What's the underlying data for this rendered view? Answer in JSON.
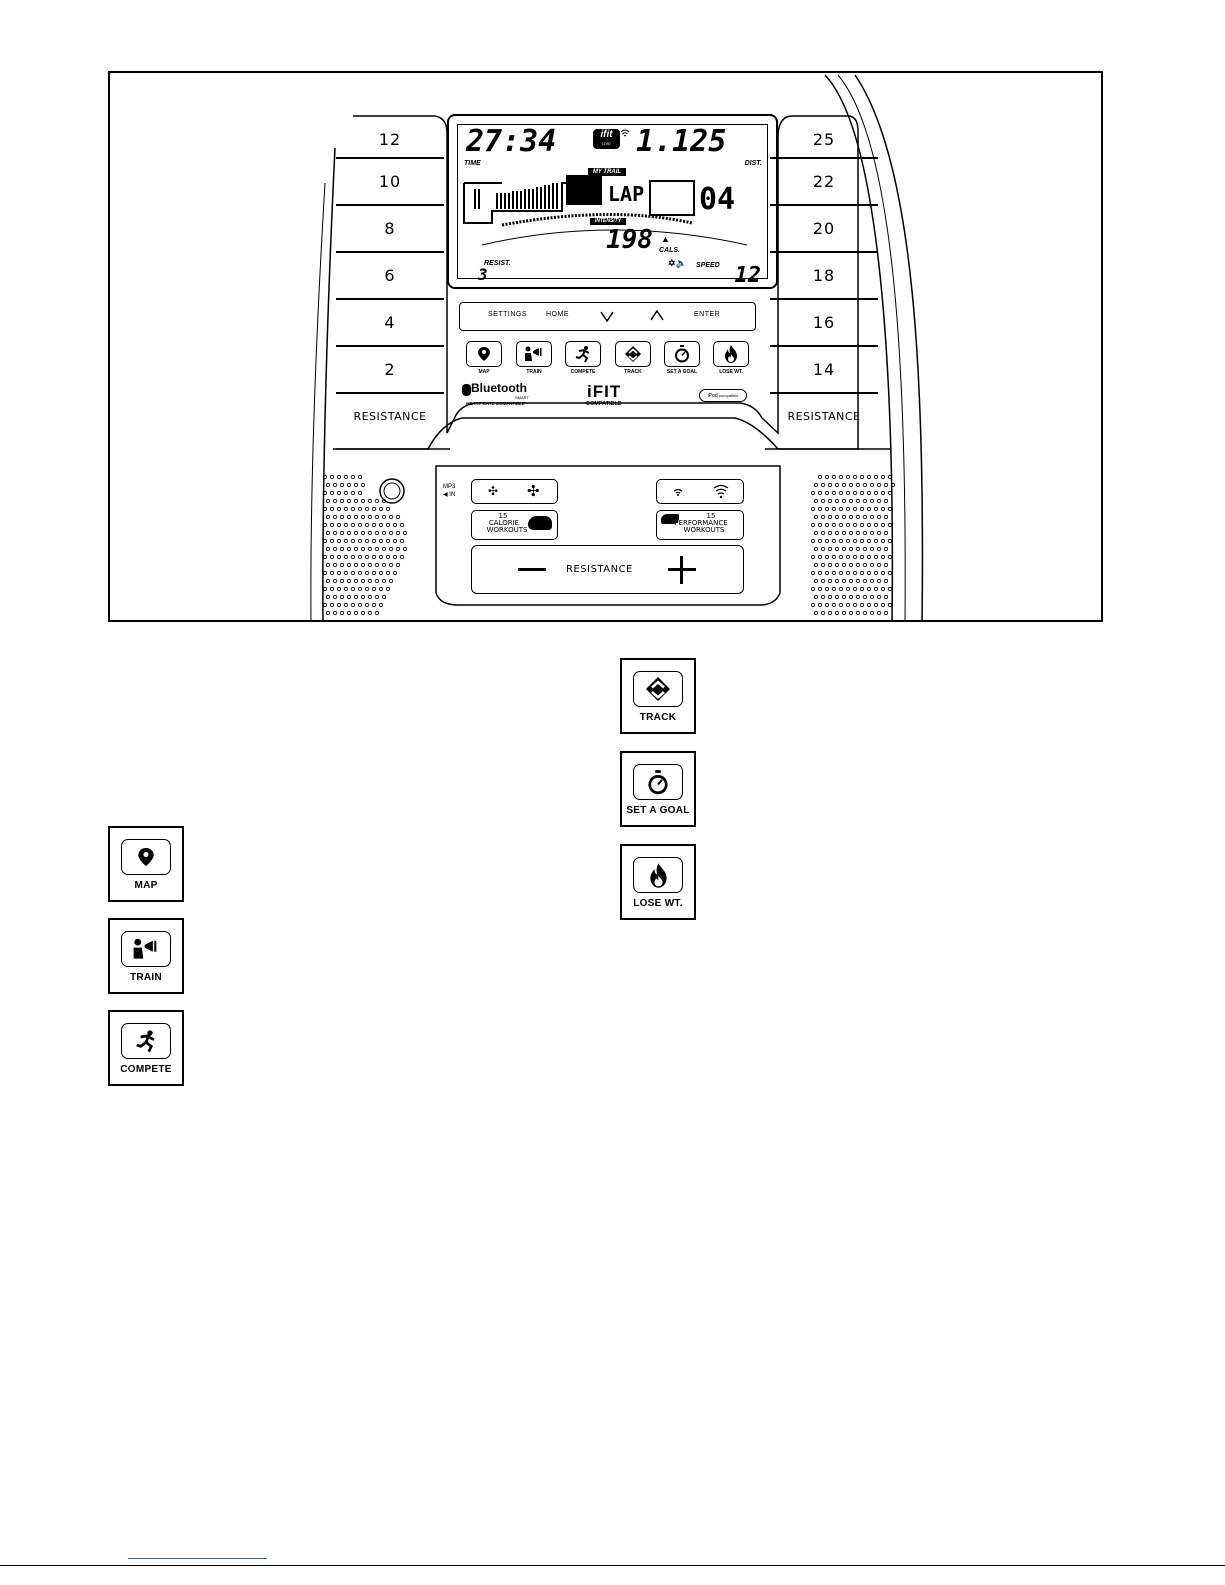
{
  "console": {
    "left_resistance_levels": [
      "12",
      "10",
      "8",
      "6",
      "4",
      "2"
    ],
    "right_resistance_levels": [
      "25",
      "22",
      "20",
      "18",
      "16",
      "14"
    ],
    "resistance_key_label": "RESISTANCE",
    "display": {
      "time_value": "27:34",
      "time_label": "TIME",
      "distance_value": "1.125",
      "distance_label": "DIST.",
      "brand_badge": "ifit",
      "brand_badge_sub": "LIVE",
      "my_trail_label": "MY TRAIL",
      "lap_text": "LAP",
      "lap_number": "04",
      "intensity_label": "INTENSITY",
      "calories_value": "198",
      "calories_label": "CALS.",
      "resist_label": "RESIST.",
      "resist_value": "3",
      "speed_label": "SPEED",
      "speed_value": "12"
    },
    "nav": {
      "settings": "SETTINGS",
      "home": "HOME",
      "enter": "ENTER"
    },
    "workout_buttons": [
      "MAP",
      "TRAIN",
      "COMPETE",
      "TRACK",
      "SET A GOAL",
      "LOSE WT."
    ],
    "bluetooth_label": "Bluetooth",
    "bluetooth_smart": "SMART",
    "heart_rate_text": "HEART RATE COMPATIBLE",
    "ifit_logo": "iFIT",
    "ifit_compatible": "COMPATIBLE",
    "ipod_label": "iPod",
    "ipod_sub": "compatible",
    "mp3_label": "MP3",
    "in_label": "IN",
    "calorie_workouts_count": "15",
    "calorie_workouts_line1": "CALORIE",
    "calorie_workouts_line2": "WORKOUTS",
    "performance_workouts_count": "15",
    "performance_workouts_line1": "PERFORMANCE",
    "performance_workouts_line2": "WORKOUTS",
    "resistance_bar_label": "RESISTANCE"
  },
  "icon_boxes": {
    "map": "MAP",
    "train": "TRAIN",
    "compete": "COMPETE",
    "track": "TRACK",
    "set_a_goal": "SET A GOAL",
    "lose_wt": "LOSE WT."
  }
}
